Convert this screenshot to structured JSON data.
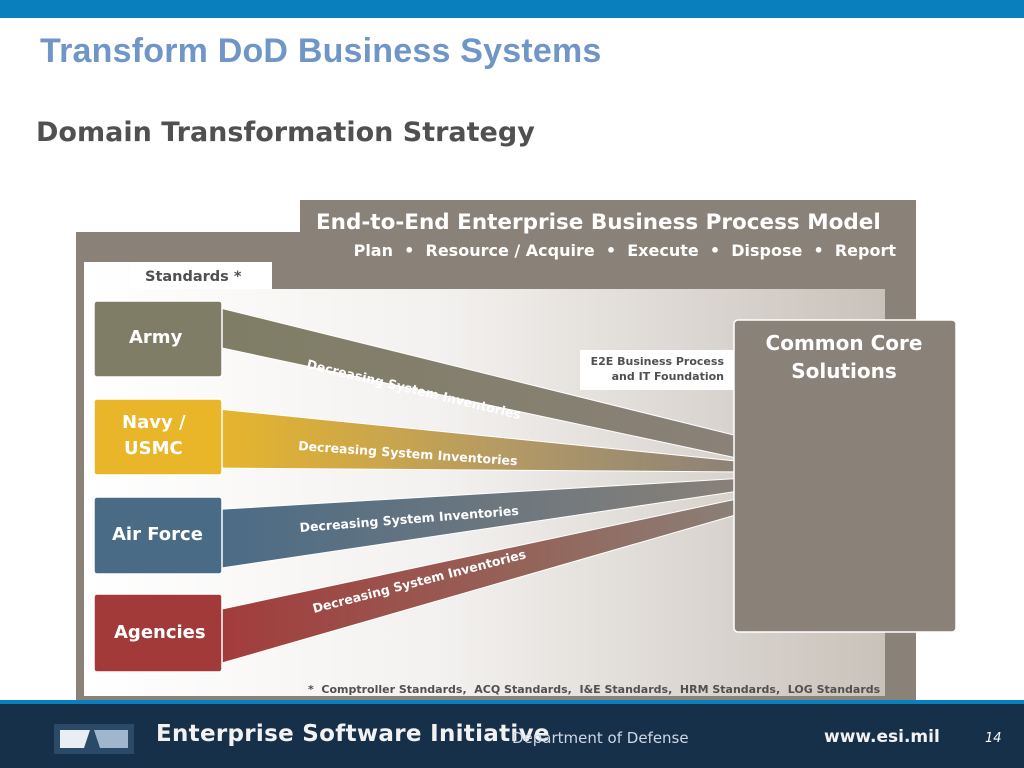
{
  "slide": {
    "title": "Transform DoD Business Systems",
    "diagram_title": "Domain Transformation Strategy"
  },
  "diagram": {
    "model_title": "End-to-End Enterprise Business Process Model",
    "model_subtitle": "Plan  •  Resource / Acquire  •  Execute  •  Dispose  •  Report",
    "standards_label": "Standards *",
    "foundation_line1": "E2E Business Process",
    "foundation_line2": "and IT Foundation",
    "core_line1": "Common Core",
    "core_line2": "Solutions",
    "components": [
      {
        "line1": "Army",
        "line2": "",
        "color": "#7f7d65"
      },
      {
        "line1": "Navy /",
        "line2": "USMC",
        "color": "#e9b62a"
      },
      {
        "line1": "Air Force",
        "line2": "",
        "color": "#4a6b86"
      },
      {
        "line1": "Agencies",
        "line2": "",
        "color": "#a33a3a"
      }
    ],
    "stream_label": "Decreasing System Inventories",
    "footnote": "*  Comptroller Standards,  ACQ Standards,  I&E Standards,  HRM Standards,  LOG Standards"
  },
  "footer": {
    "org": "Enterprise Software Initiative",
    "dept": "Department of Defense",
    "url": "www.esi.mil",
    "page_number": "14"
  },
  "colors": {
    "topbar": "#0a7fbd",
    "title": "#6f96c6",
    "frame": "#8a8178",
    "core_box": "#8a8178",
    "footer": "#17304a"
  }
}
